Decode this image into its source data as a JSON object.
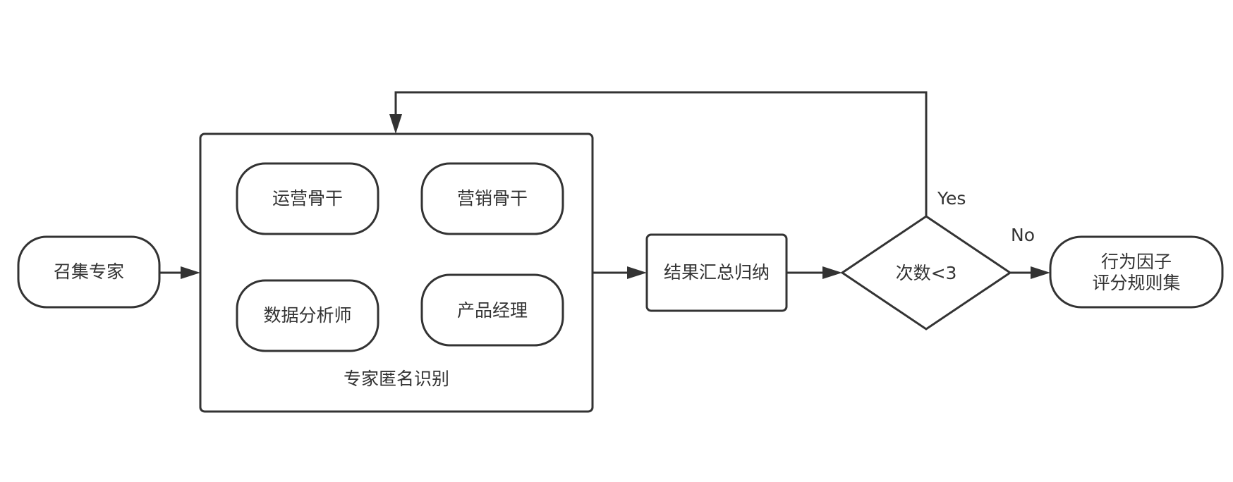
{
  "colors": {
    "stroke": "#333333",
    "fill": "#ffffff",
    "background": "#ffffff"
  },
  "nodes": {
    "gather": "召集专家",
    "container_label": "专家匿名识别",
    "experts": [
      "运营骨干",
      "营销骨干",
      "数据分析师",
      "产品经理"
    ],
    "summary": "结果汇总归纳",
    "decision": "次数<3",
    "output_line1": "行为因子",
    "output_line2": "评分规则集"
  },
  "edges": {
    "yes_label": "Yes",
    "no_label": "No"
  }
}
